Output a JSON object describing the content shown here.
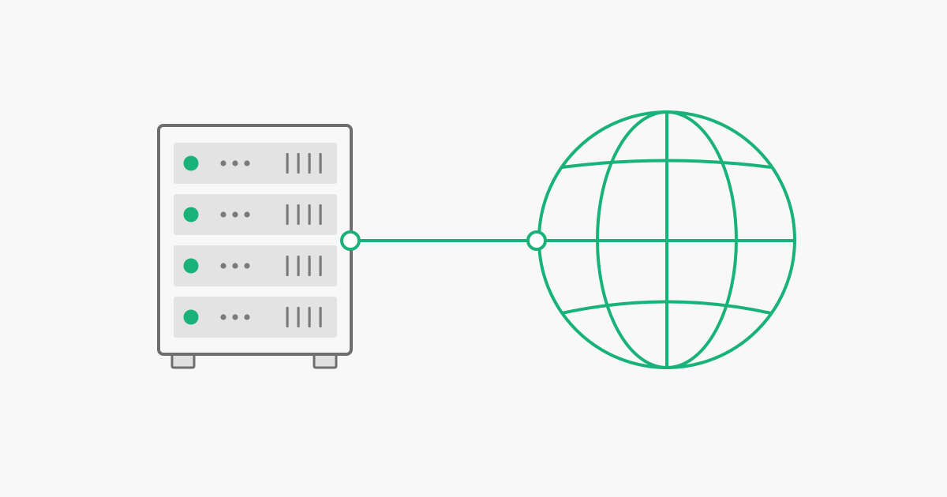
{
  "colors": {
    "background": "#f8f8f8",
    "accent": "#19b27a",
    "server_outline": "#6e6e6e",
    "server_body": "#f8f8f8",
    "rack_unit": "#e3e3e3",
    "indicator_gray": "#7a7a7a",
    "connector_fill": "#ffffff"
  },
  "diagram": {
    "server": {
      "icon": "server-rack-icon",
      "rack_units": [
        {
          "status": "online"
        },
        {
          "status": "online"
        },
        {
          "status": "online"
        },
        {
          "status": "online"
        }
      ]
    },
    "globe": {
      "icon": "globe-icon"
    },
    "link": {
      "icon": "connection-line"
    }
  }
}
